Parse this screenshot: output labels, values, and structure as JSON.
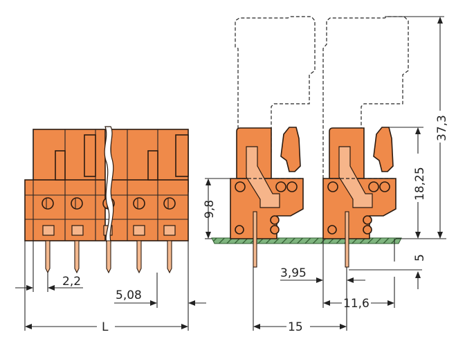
{
  "drawing": {
    "title": "Female connector dimension drawing",
    "colors": {
      "housing": "#ef8a4a",
      "housing_light": "#f6b58a",
      "pcb": "#6aa56a",
      "outline": "#2a1a10"
    },
    "front_view": {
      "dimensions": {
        "pin_offset": "2,2",
        "pitch": "5,08",
        "length": "L"
      }
    },
    "side_view": {
      "dimensions": {
        "height_body": "9,8",
        "height_latch": "18,25",
        "height_total": "37,3",
        "pin_length": "5",
        "pin_to_edge": "3,95",
        "depth": "11,6",
        "spacing": "15"
      }
    }
  }
}
